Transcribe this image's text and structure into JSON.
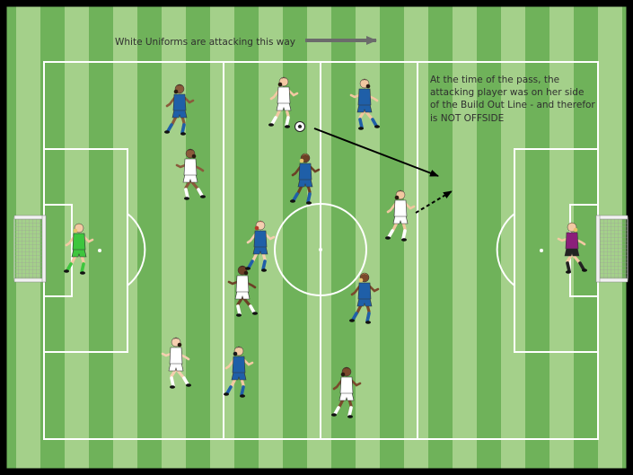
{
  "header": {
    "direction_label": "White Uniforms are attacking this way"
  },
  "annotation": {
    "lines": [
      "At the time of the pass, the",
      "attacking player was on her side",
      "of the Build Out Line - and therefor",
      "is NOT OFFSIDE"
    ]
  },
  "colors": {
    "grass_dark": "#6fb25a",
    "grass_light": "#a4d08a",
    "lines": "#ffffff",
    "frame": "#000000",
    "direction_arrow": "#6b6b6b",
    "pass_arrow": "#000000",
    "white_kit": "#ffffff",
    "blue_kit": "#1f5fa8",
    "green_keeper": "#3ec63e",
    "magenta_keeper": "#8b1f7a"
  },
  "players": {
    "white_team": [
      {
        "id": "w1",
        "role": "attacker-with-ball"
      },
      {
        "id": "w2",
        "role": "field"
      },
      {
        "id": "w3",
        "role": "receiver"
      },
      {
        "id": "w4",
        "role": "field"
      },
      {
        "id": "w5",
        "role": "field"
      },
      {
        "id": "w6",
        "role": "field"
      }
    ],
    "blue_team": [
      {
        "id": "b1",
        "role": "field"
      },
      {
        "id": "b2",
        "role": "field"
      },
      {
        "id": "b3",
        "role": "field"
      },
      {
        "id": "b4",
        "role": "field"
      },
      {
        "id": "b5",
        "role": "field"
      },
      {
        "id": "b6",
        "role": "field"
      }
    ],
    "goalkeepers": [
      {
        "id": "gk-left",
        "kit": "green"
      },
      {
        "id": "gk-right",
        "kit": "magenta"
      }
    ]
  },
  "icons": [
    "soccer-ball-icon",
    "goal-net-icon",
    "arrow-right-icon",
    "player-figure-icon"
  ]
}
